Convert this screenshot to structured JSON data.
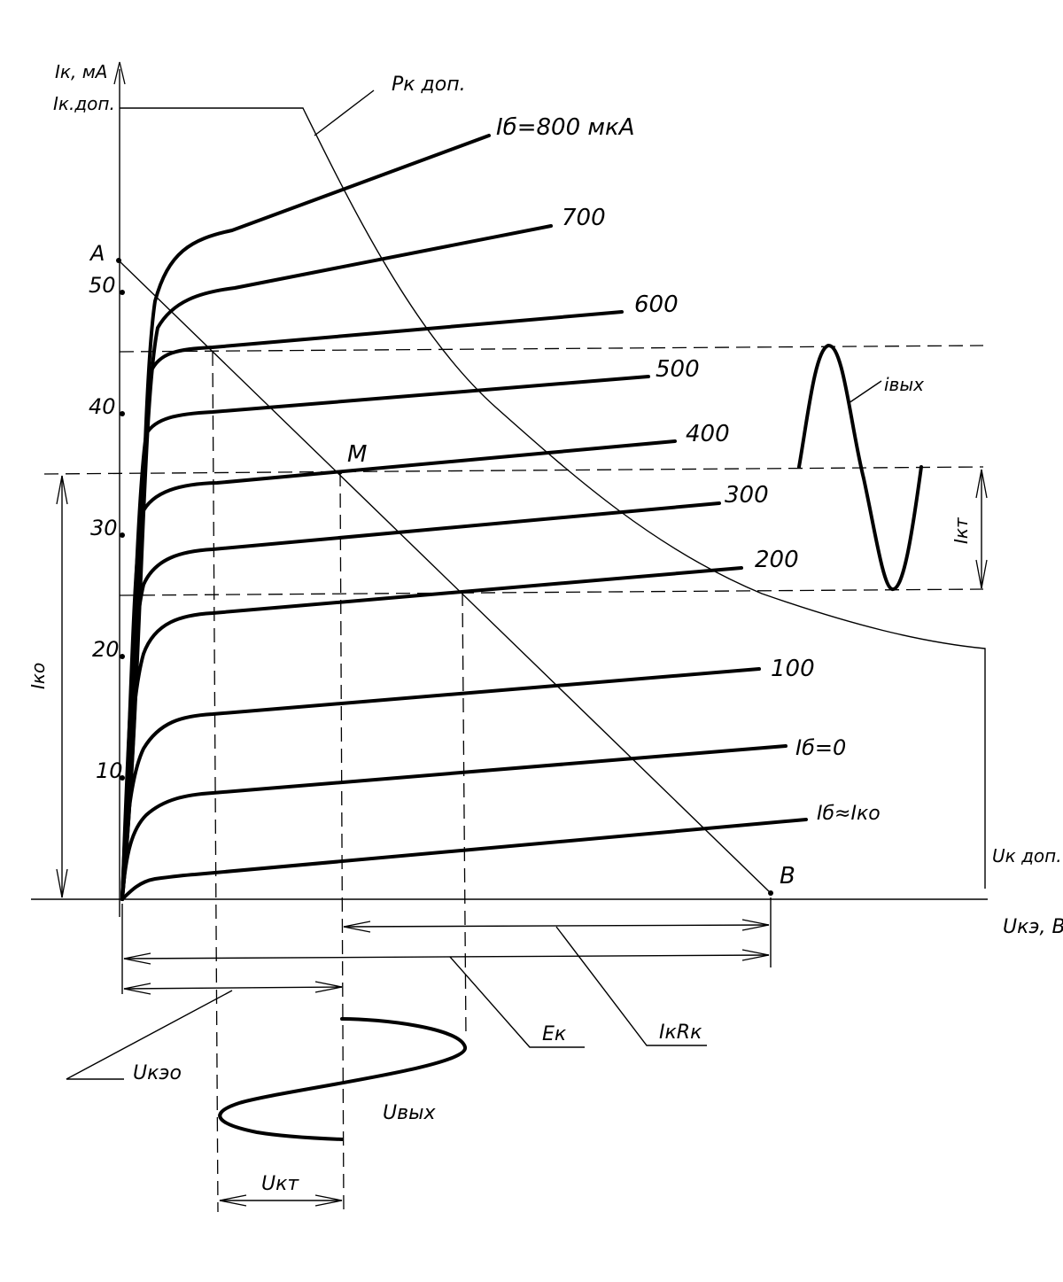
{
  "axes": {
    "y_label": "Iк, мА",
    "y_limit_label": "Iк.доп.",
    "x_label": "Uкэ, В",
    "y_ticks": [
      "10",
      "20",
      "30",
      "40",
      "50"
    ]
  },
  "curves": {
    "pk_label": "Pк доп.",
    "uk_limit_label": "Uк доп."
  },
  "families": [
    {
      "label": "Iб=800 мкА"
    },
    {
      "label": "700"
    },
    {
      "label": "600"
    },
    {
      "label": "500"
    },
    {
      "label": "400"
    },
    {
      "label": "300"
    },
    {
      "label": "200"
    },
    {
      "label": "100"
    },
    {
      "label": "Iб=0"
    },
    {
      "label": "Iб≈Iко"
    }
  ],
  "points": {
    "a": "A",
    "m": "M",
    "b": "B"
  },
  "annotations": {
    "ik0": "Iко",
    "ikm": "Iкт",
    "i_out": "iвых",
    "u_out": "Uвых",
    "ukm": "Uкт",
    "uke0": "Uкэо",
    "ek": "Eк",
    "ikrk": "IкRк"
  }
}
